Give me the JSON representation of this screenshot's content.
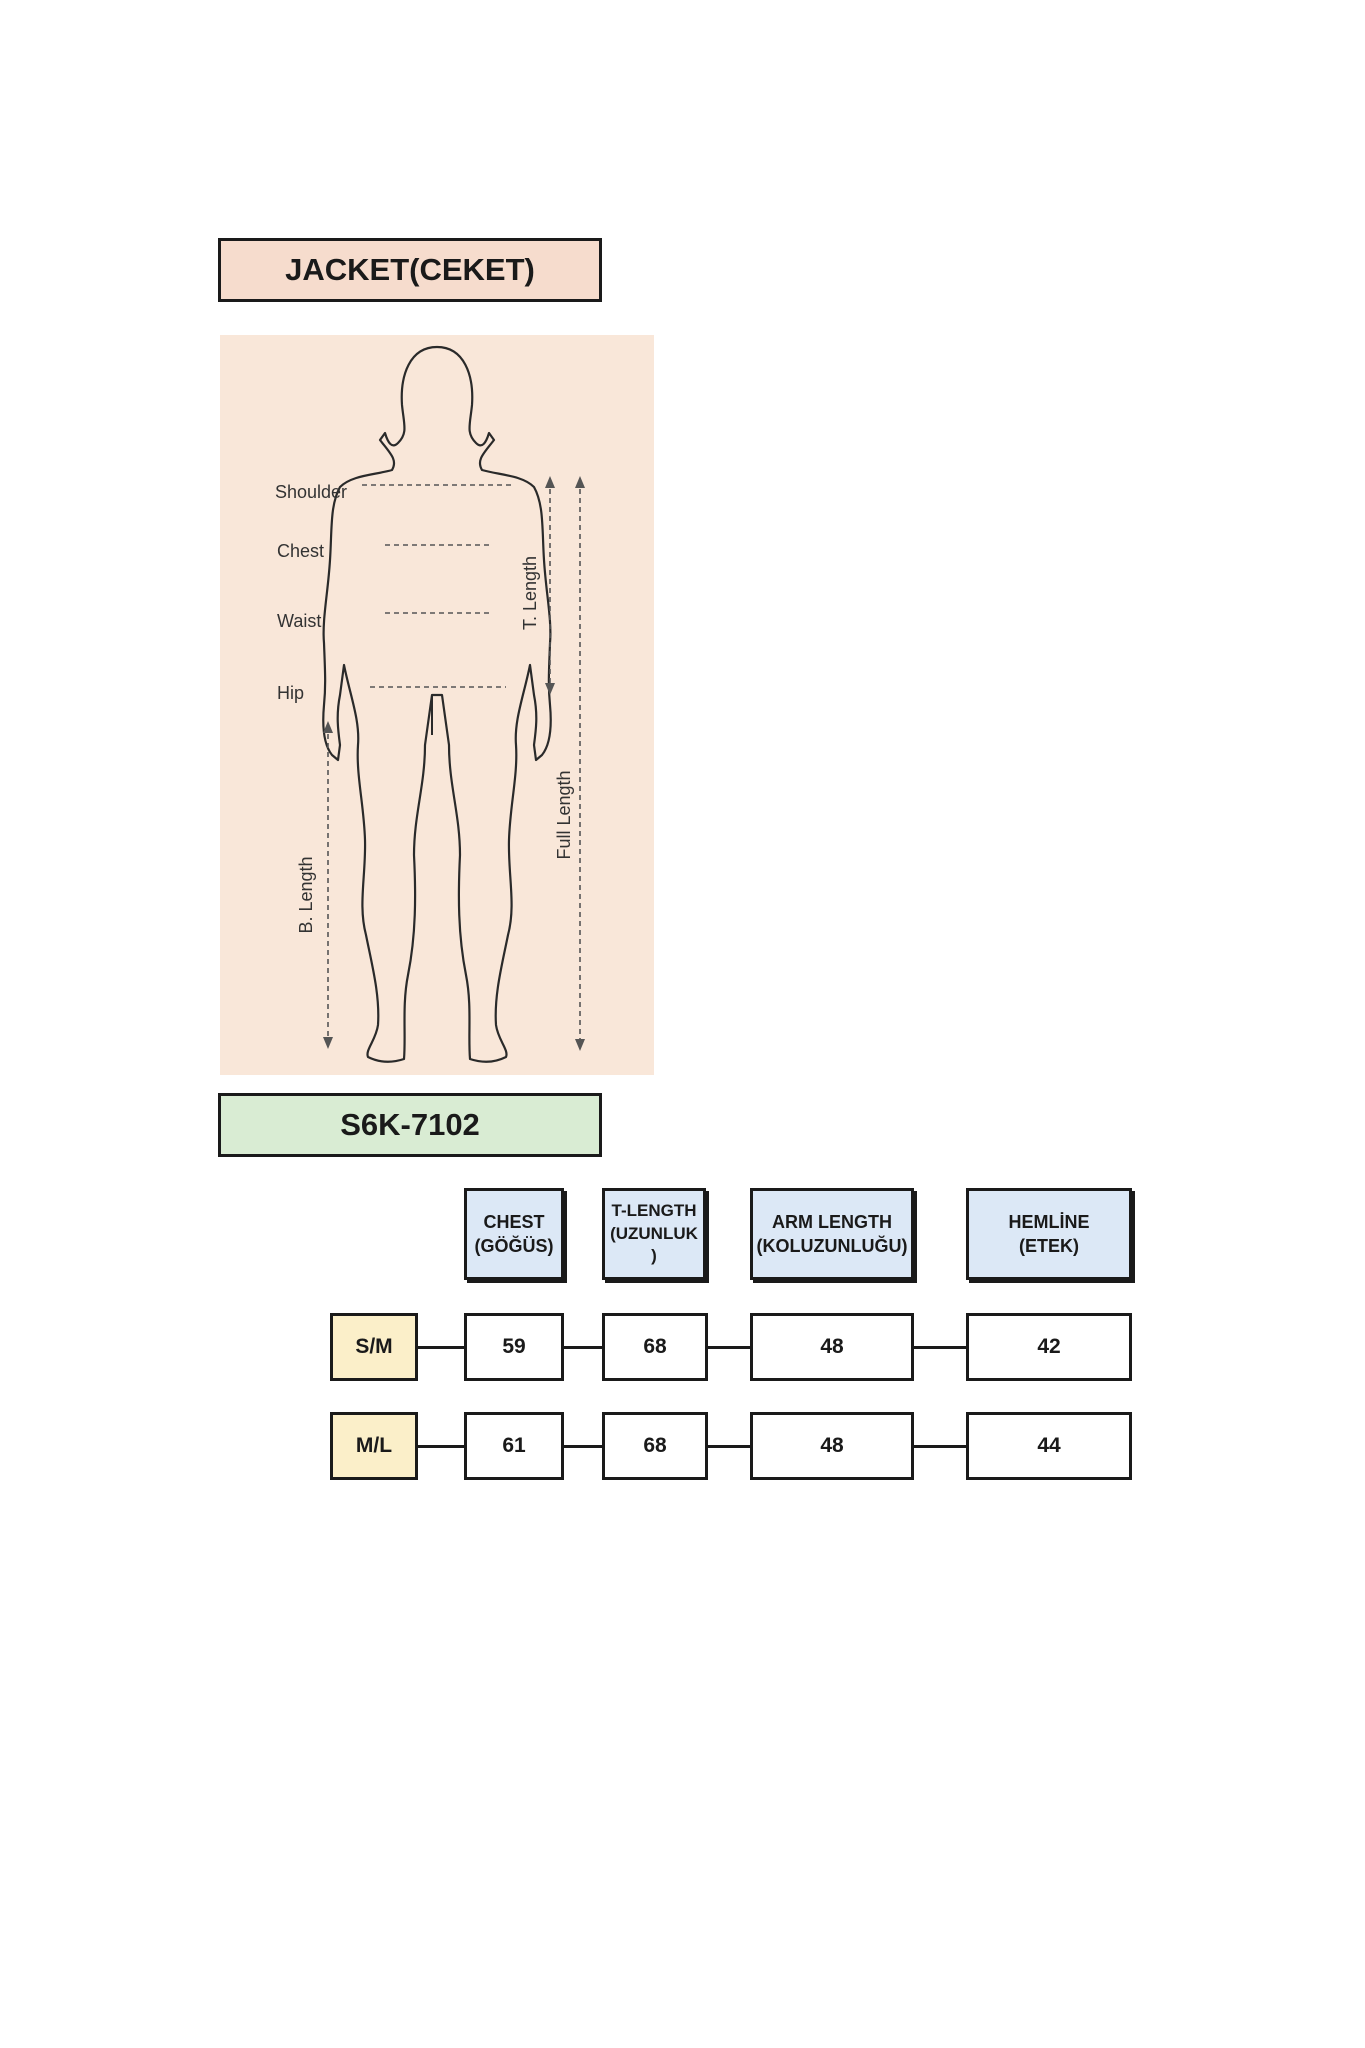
{
  "header": {
    "title": "JACKET(CEKET)"
  },
  "figure": {
    "labels": {
      "shoulder": "Shoulder",
      "chest": "Chest",
      "waist": "Waist",
      "hip": "Hip",
      "b_length": "B. Length",
      "t_length": "T. Length",
      "full_length": "Full Length"
    }
  },
  "product": {
    "code": "S6K-7102"
  },
  "table": {
    "columns": [
      {
        "line1": "CHEST",
        "line2": "(GÖĞÜS)",
        "line3": ""
      },
      {
        "line1": "T-LENGTH",
        "line2": "(UZUNLUK",
        "line3": ")"
      },
      {
        "line1": "ARM LENGTH",
        "line2": "(KOLUZUNLUĞU)",
        "line3": ""
      },
      {
        "line1": "HEMLİNE",
        "line2": "(ETEK)",
        "line3": ""
      }
    ],
    "rows": [
      {
        "size": "S/M",
        "values": [
          "59",
          "68",
          "48",
          "42"
        ]
      },
      {
        "size": "M/L",
        "values": [
          "61",
          "68",
          "48",
          "44"
        ]
      }
    ]
  },
  "colors": {
    "title_bg": "#f6dccd",
    "figure_bg": "#f9e7d9",
    "code_bg": "#d9ecd3",
    "column_header_bg": "#dce8f6",
    "size_bg": "#fbefc9"
  }
}
